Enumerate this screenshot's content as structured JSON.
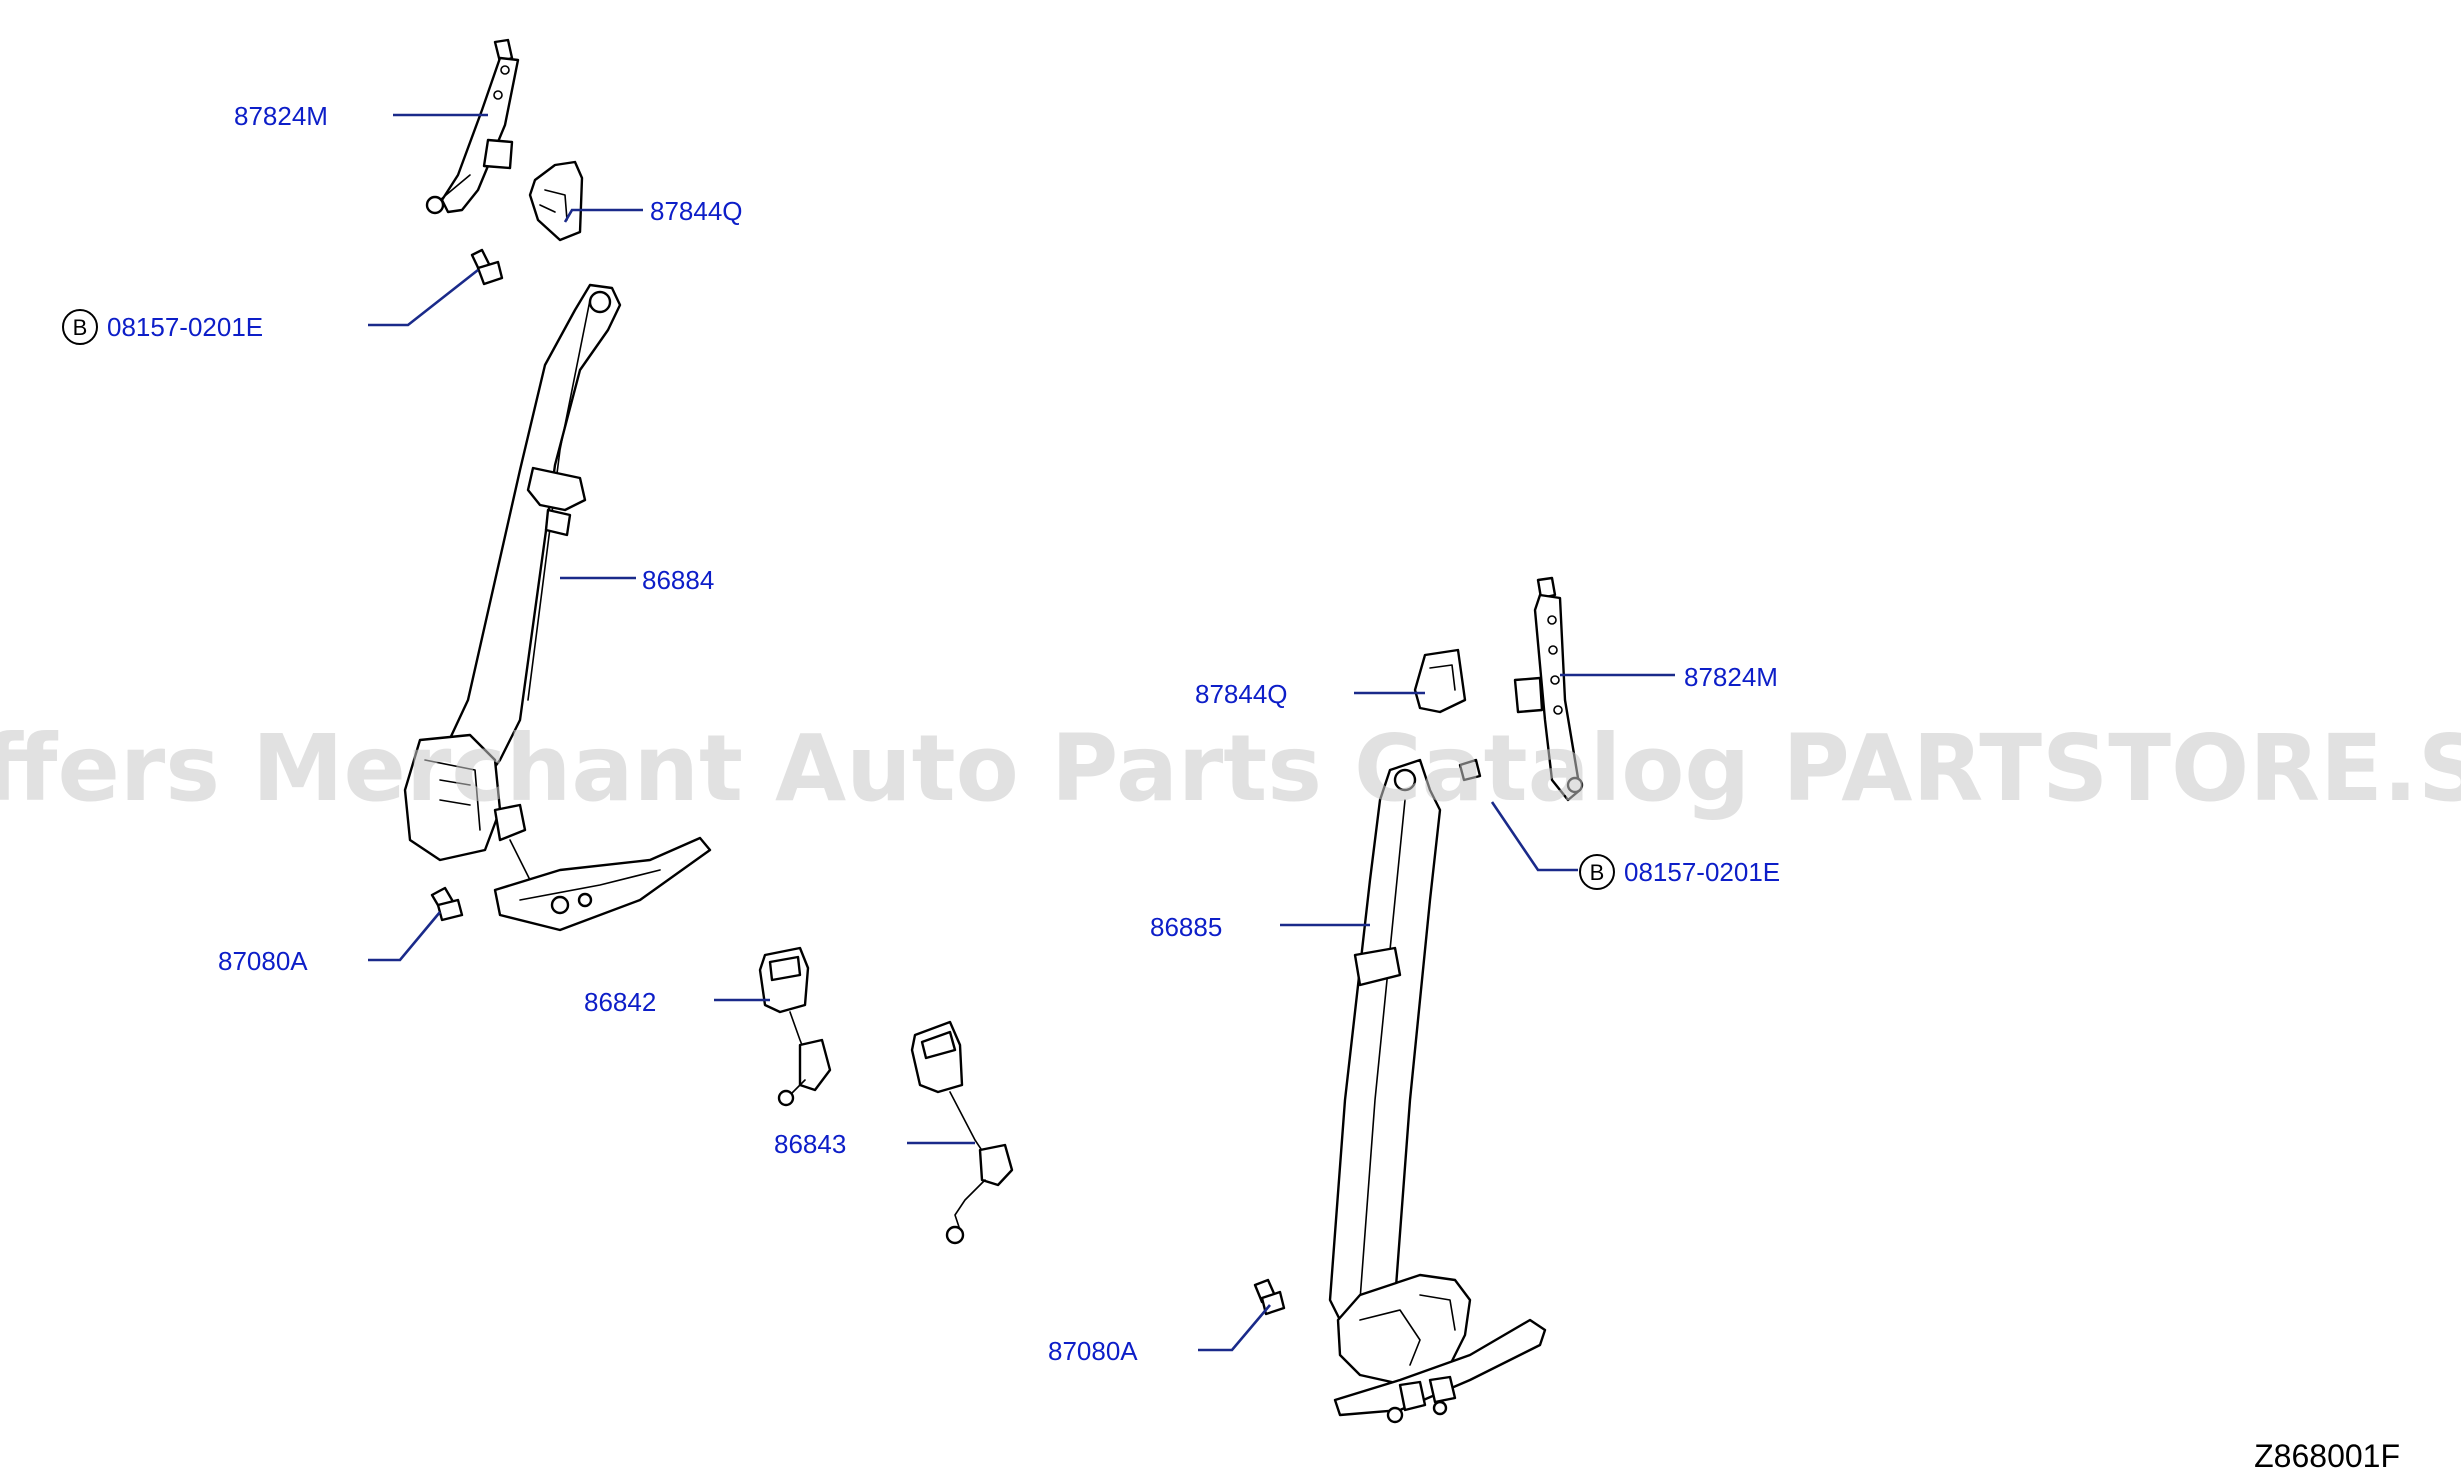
{
  "labels": {
    "p87824m_a": "87824M",
    "p87844q_a": "87844Q",
    "p08157_a": "08157-0201E",
    "p86884": "86884",
    "p87080a_a": "87080A",
    "p86842": "86842",
    "p86843": "86843",
    "p87844q_b": "87844Q",
    "p87824m_b": "87824M",
    "p08157_b": "08157-0201E",
    "p86885": "86885",
    "p87080a_b": "87080A"
  },
  "circle_marker": "B",
  "watermark": "Offers Merchant Auto Parts Catalog PARTSTORE.SA",
  "diagram_code": "Z868001F",
  "colors": {
    "label": "#0d1ec8",
    "leader": "#1a2a8a",
    "line": "#000000",
    "watermark": "#c8c8c8"
  }
}
